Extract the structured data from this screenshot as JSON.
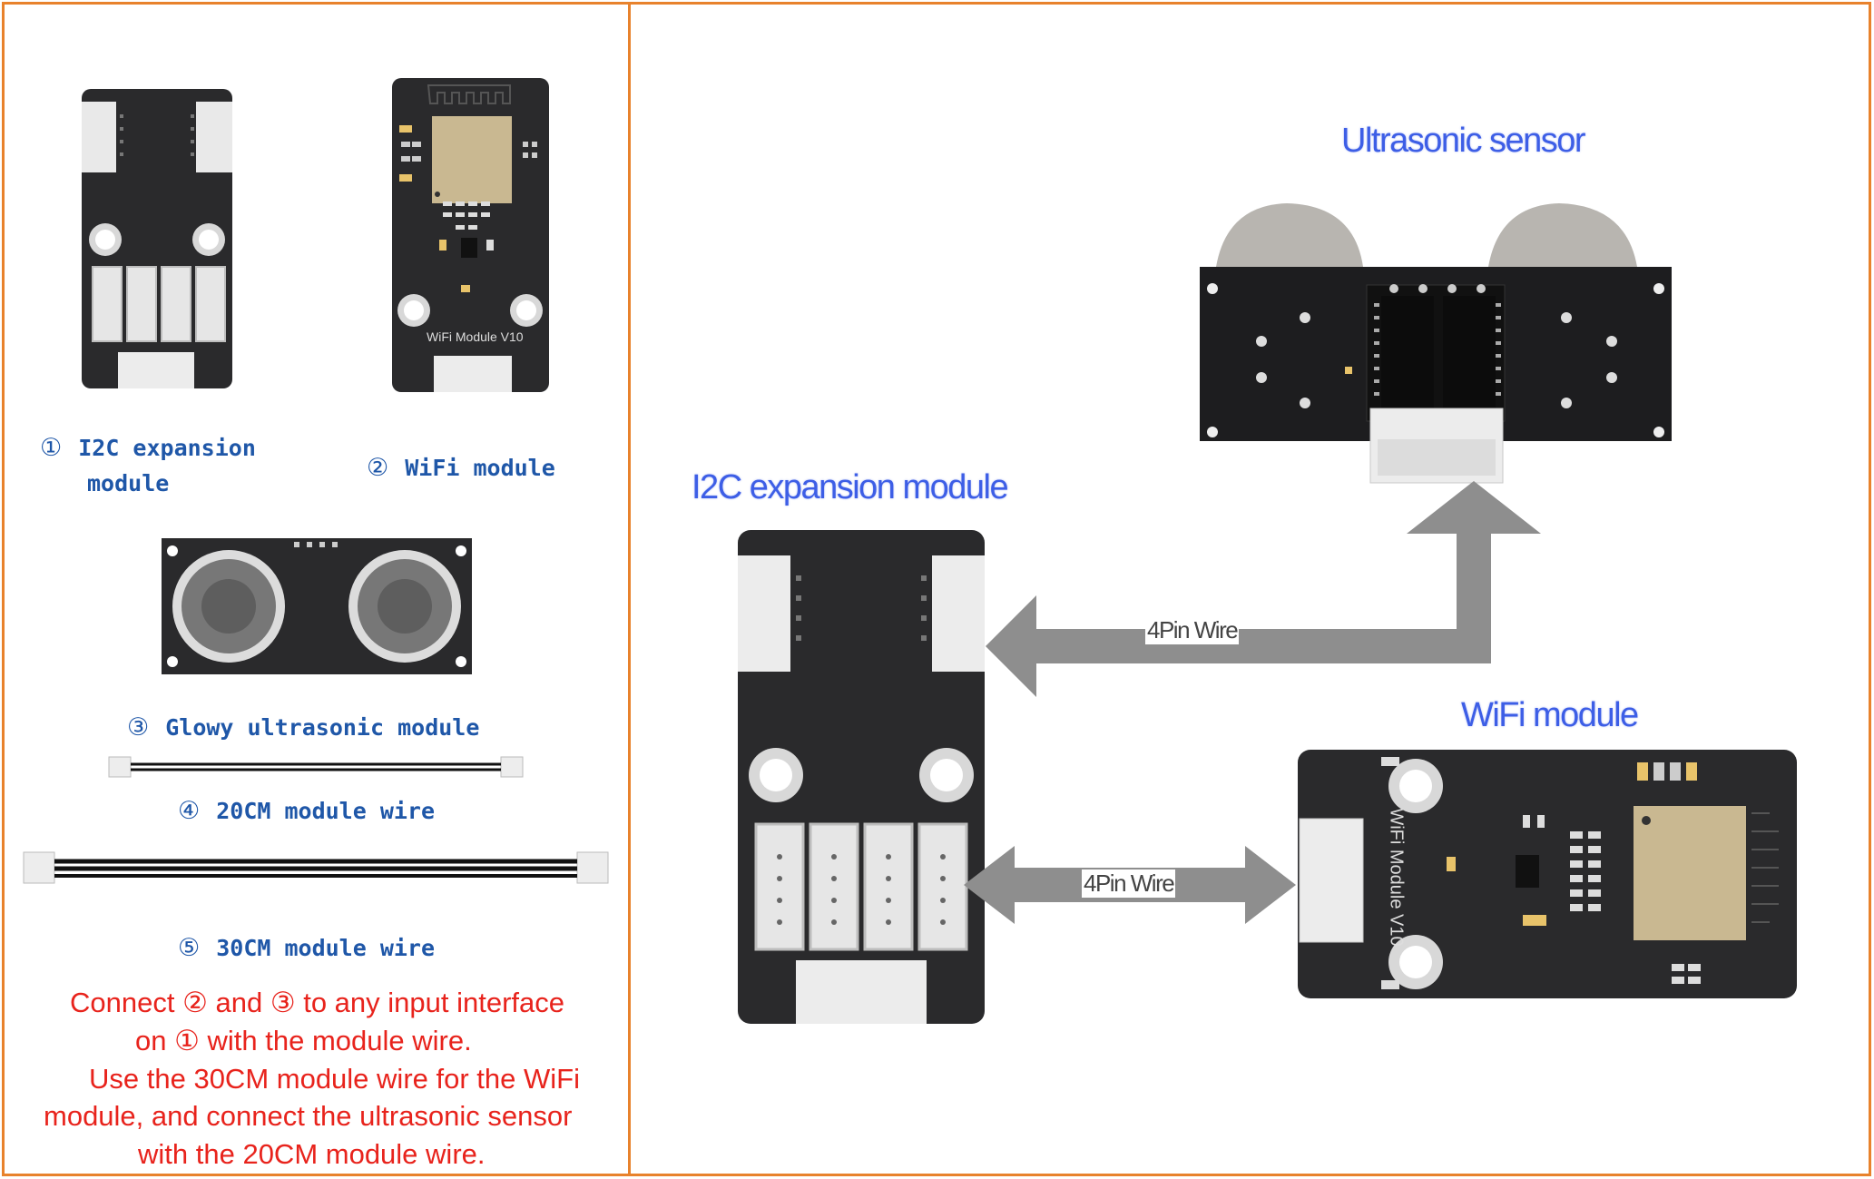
{
  "left": {
    "items": [
      {
        "num": "①",
        "label_line1": "I2C expansion",
        "label_line2": "module"
      },
      {
        "num": "②",
        "label": "WiFi module"
      },
      {
        "num": "③",
        "label": "Glowy ultrasonic module"
      },
      {
        "num": "④",
        "label": "20CM module wire"
      },
      {
        "num": "⑤",
        "label": "30CM module wire"
      }
    ],
    "wifi_board_text": "WiFi Module V10",
    "instructions": [
      "Connect  ②  and  ③  to any input interface",
      "on  ①  with the module wire.",
      "Use the 30CM module wire for the WiFi",
      "module, and connect the ultrasonic sensor",
      "with the 20CM module wire."
    ]
  },
  "right": {
    "ultrasonic_title": "Ultrasonic sensor",
    "i2c_title": "I2C expansion module",
    "wifi_title": "WiFi module",
    "wire_label_top": "4Pin Wire",
    "wire_label_bottom": "4Pin Wire",
    "wifi_board_text": "WiFi Module V10"
  },
  "colors": {
    "frame": "#e8822c",
    "label_blue": "#1f57a8",
    "title_blue": "#3d5ee6",
    "instruction_red": "#e8231c",
    "board": "#2a2a2c",
    "arrow": "#8e8e8e"
  }
}
